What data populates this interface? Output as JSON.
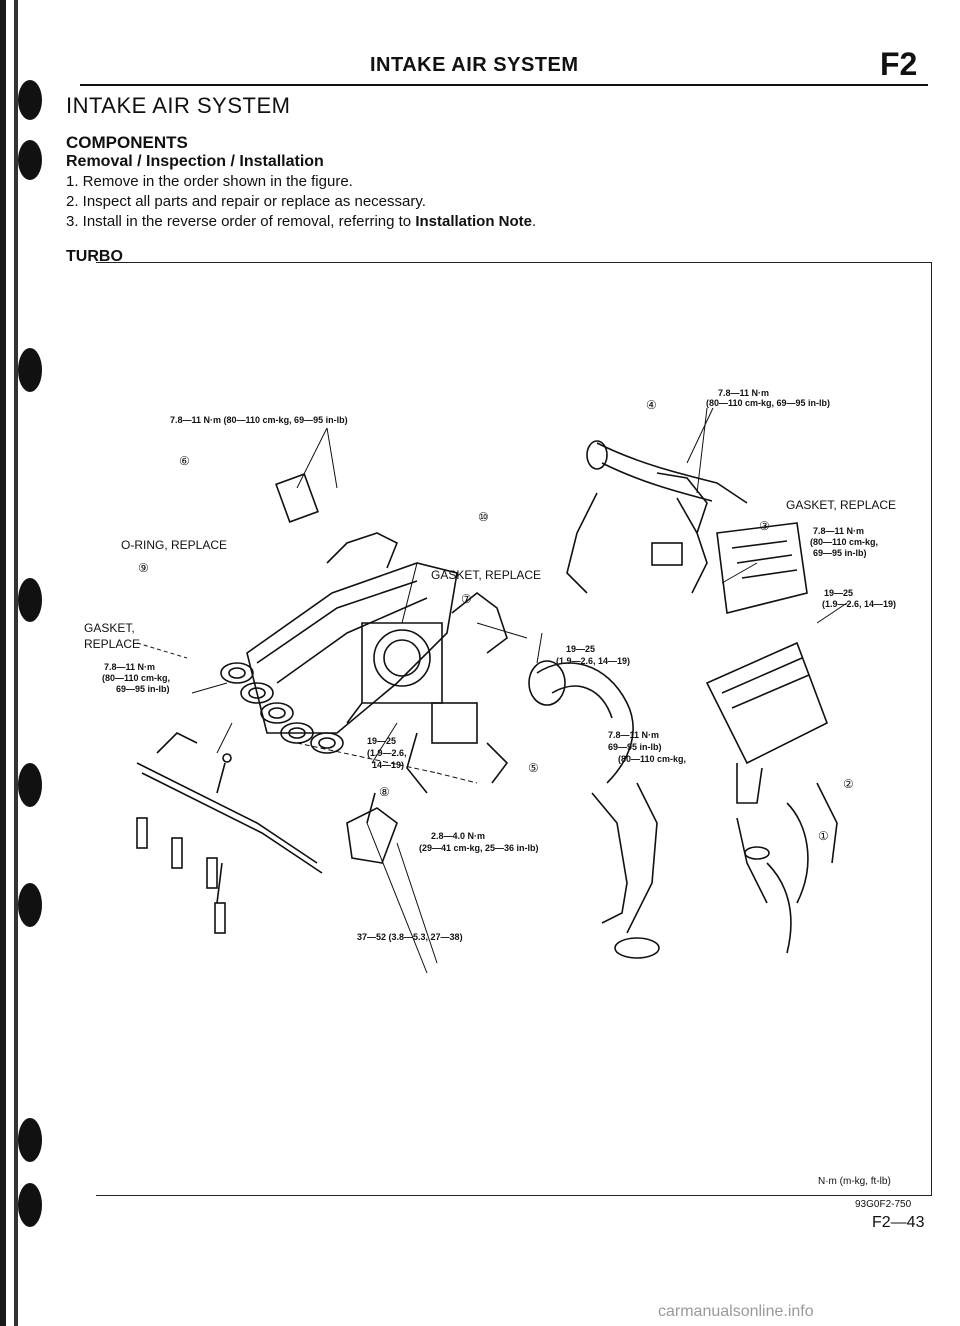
{
  "header": {
    "title": "INTAKE AIR SYSTEM",
    "section_code": "F2"
  },
  "main": {
    "title": "INTAKE AIR SYSTEM",
    "heading": "COMPONENTS",
    "subheading": "Removal / Inspection / Installation",
    "steps": [
      "1. Remove in the order shown in the figure.",
      "2. Inspect all parts and repair or replace as necessary.",
      "3. Install in the reverse order of removal, referring to"
    ],
    "step3_emphasis": "Installation Note",
    "step3_tail": "."
  },
  "figure": {
    "variant_label": "TURBO",
    "callouts": {
      "t_top_left": "7.8—11 N·m (80—110 cm-kg, 69—95 in-lb)",
      "t_top_right_1": "7.8—11 N·m",
      "t_top_right_2": "(80—110 cm-kg, 69—95 in-lb)",
      "oring": "O-RING, REPLACE",
      "gasket_mid": "GASKET, REPLACE",
      "gasket_right": "GASKET, REPLACE",
      "gasket_left_1": "GASKET,",
      "gasket_left_2": "REPLACE",
      "t_left_1": "7.8—11 N·m",
      "t_left_2": "(80—110 cm-kg,",
      "t_left_3": "69—95 in-lb)",
      "t_right3_1": "7.8—11 N·m",
      "t_right3_2": "(80—110 cm-kg,",
      "t_right3_3": "69—95 in-lb)",
      "t_19_right_1": "19—25",
      "t_19_right_2": "(1.9—2.6, 14—19)",
      "t_19_mid_1": "19—25",
      "t_19_mid_2": "(1.9—2.6, 14—19)",
      "t_19_low_1": "19—25",
      "t_19_low_2": "(1.9—2.6,",
      "t_19_low_3": "14—19)",
      "t_hose_1": "7.8—11 N·m",
      "t_hose_2": "69—95 in-lb)",
      "t_hose_3": "(80—110 cm-kg,",
      "t_28_1": "2.8—4.0 N·m",
      "t_28_2": "(29—41 cm-kg, 25—36 in-lb)",
      "t_37": "37—52 (3.8—5.3, 27—38)"
    },
    "part_numbers": [
      "①",
      "②",
      "③",
      "④",
      "⑤",
      "⑥",
      "⑦",
      "⑧",
      "⑨",
      "⑩"
    ],
    "units_note": "N·m (m-kg, ft-lb)",
    "figure_code": "93G0F2-750"
  },
  "footer": {
    "page_number": "F2—43",
    "watermark": "carmanualsonline.info"
  }
}
